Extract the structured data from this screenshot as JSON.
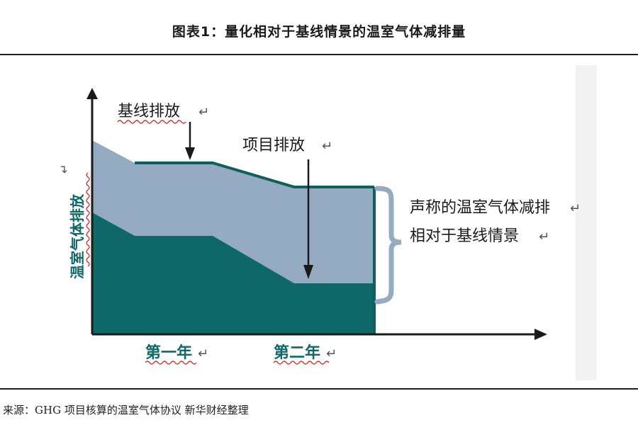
{
  "figure": {
    "title": "图表1：量化相对于基线情景的温室气体减排量"
  },
  "diagram": {
    "y_axis_label": "温室气体排放",
    "baseline_label": "基线排放",
    "project_label": "项目排放",
    "claim_label_line1": "声称的温室气体减排",
    "claim_label_line2": "相对于基线情景",
    "year1_label": "第一年",
    "year2_label": "第二年",
    "return_mark": "↵",
    "colors": {
      "baseline_band": "#95abc1",
      "project_area": "#0f6868",
      "baseline_line": "#0f5f5f",
      "axis": "#1a1a1a",
      "brace": "#95abc1",
      "axis_label": "#0f6868",
      "year_label": "#0f6868"
    }
  },
  "footer": {
    "source": "来源：GHG 项目核算的温室气体协议  新华财经整理"
  }
}
